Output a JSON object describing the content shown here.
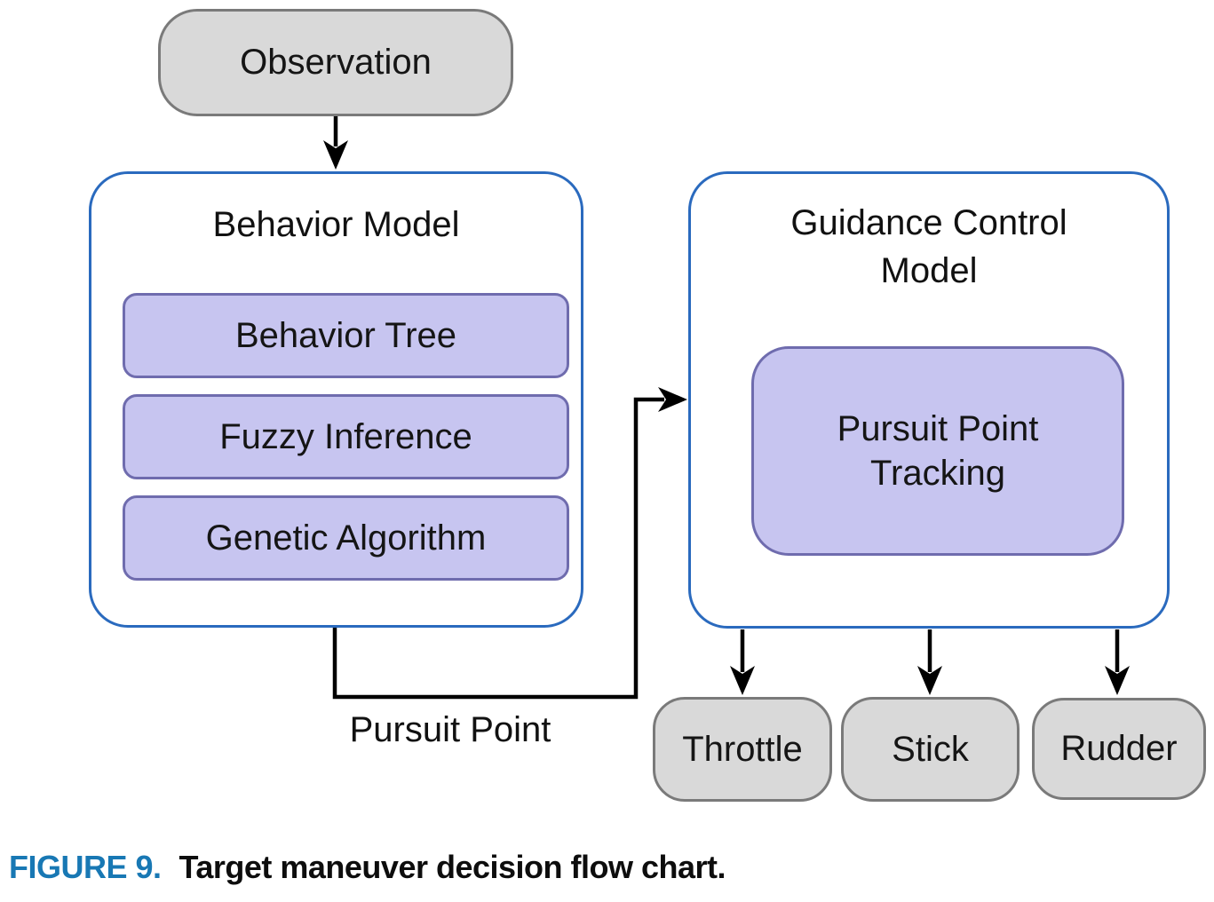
{
  "colors": {
    "container_border": "#2a6abe",
    "module_fill": "#c7c5f0",
    "module_border": "#6f6cae",
    "terminal_fill": "#d9d9d9",
    "terminal_border": "#7a7a7a",
    "connector": "#000000",
    "caption_accent": "#1878b4"
  },
  "diagram": {
    "observation": {
      "label": "Observation"
    },
    "behavior_model": {
      "title": "Behavior Model",
      "modules": [
        {
          "label": "Behavior Tree"
        },
        {
          "label": "Fuzzy Inference"
        },
        {
          "label": "Genetic Algorithm"
        }
      ]
    },
    "guidance_model": {
      "title": "Guidance Control Model",
      "modules": [
        {
          "label": "Pursuit Point Tracking"
        }
      ]
    },
    "connector_label": "Pursuit Point",
    "outputs": [
      {
        "label": "Throttle"
      },
      {
        "label": "Stick"
      },
      {
        "label": "Rudder"
      }
    ]
  },
  "caption": {
    "figure_label": "FIGURE 9.",
    "text": "Target maneuver decision flow chart."
  }
}
